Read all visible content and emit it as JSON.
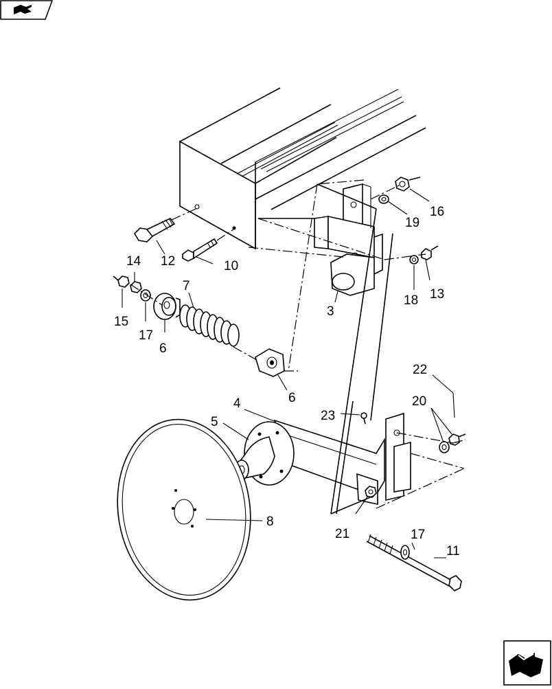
{
  "icons": {
    "top_nav": "parts-book-nav-icon",
    "bottom_nav": "page-turn-nav-icon"
  },
  "callouts": [
    {
      "id": "c16",
      "text": "16"
    },
    {
      "id": "c19",
      "text": "19"
    },
    {
      "id": "c12",
      "text": "12"
    },
    {
      "id": "c10",
      "text": "10"
    },
    {
      "id": "c14",
      "text": "14"
    },
    {
      "id": "c7",
      "text": "7"
    },
    {
      "id": "c18",
      "text": "18"
    },
    {
      "id": "c13",
      "text": "13"
    },
    {
      "id": "c3",
      "text": "3"
    },
    {
      "id": "c15",
      "text": "15"
    },
    {
      "id": "c17a",
      "text": "17"
    },
    {
      "id": "c6a",
      "text": "6"
    },
    {
      "id": "c6b",
      "text": "6"
    },
    {
      "id": "c22",
      "text": "22"
    },
    {
      "id": "c20",
      "text": "20"
    },
    {
      "id": "c4",
      "text": "4"
    },
    {
      "id": "c23",
      "text": "23"
    },
    {
      "id": "c5",
      "text": "5"
    },
    {
      "id": "c8",
      "text": "8"
    },
    {
      "id": "c21",
      "text": "21"
    },
    {
      "id": "c17b",
      "text": "17"
    },
    {
      "id": "c11",
      "text": "11"
    }
  ]
}
